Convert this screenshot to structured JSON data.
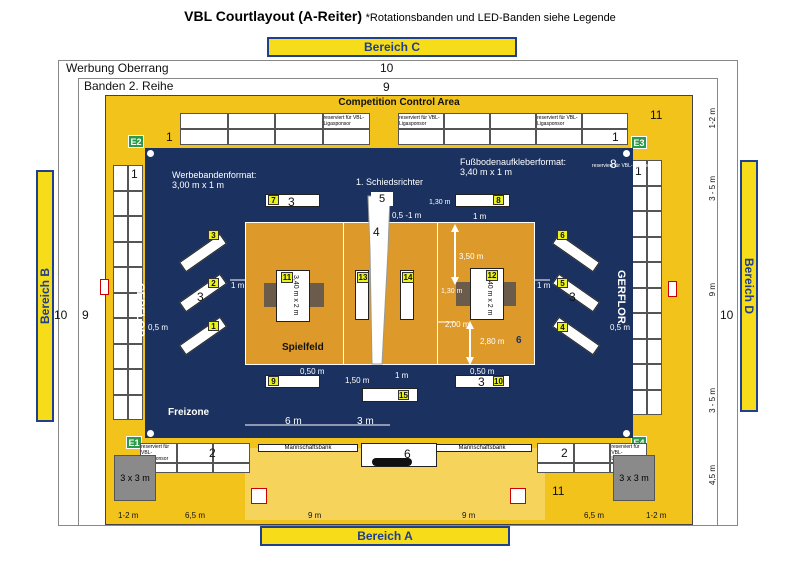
{
  "header": {
    "title": "VBL Courtlayout (A-Reiter)",
    "note": "*Rotationsbanden und LED-Banden siehe Legende"
  },
  "areas": {
    "c": "Bereich C",
    "b": "Bereich B",
    "d": "Bereich D",
    "a": "Bereich A"
  },
  "labels": {
    "werbung_oberrang": "Werbung Oberrang",
    "banden_2_reihe": "Banden 2. Reihe",
    "ten": "10",
    "nine": "9",
    "competition_control": "Competition Control Area",
    "eleven": "11",
    "twelve": "12",
    "werbe_format": "Werbebandenformat:",
    "werbe_size": "3,00 m x 1 m",
    "fussboden_format": "Fußbodenaufkleberformat:",
    "fussboden_size": "3,40 m x 1 m",
    "schiedsrichter": "1. Schiedsrichter",
    "spielfeld": "Spielfeld",
    "freizone": "Freizone",
    "gerflor": "GERFLOR",
    "mannschaftsbank": "Mannschaftsbank",
    "reserved": "reserviert für VBL-Ligasponsor",
    "size_340": "3,40 m x 2 m",
    "size_3x3": "3 x 3 m"
  },
  "numbers": {
    "n1": "1",
    "n2": "2",
    "n3": "3",
    "n4": "4",
    "n5": "5",
    "n6": "6",
    "n7": "7",
    "n8": "8",
    "n9": "9",
    "n10": "10",
    "n11": "11",
    "n12": "12",
    "n13": "13",
    "n14": "14",
    "n15": "15"
  },
  "e_tags": {
    "e1": "E1",
    "e2": "E2",
    "e3": "E3",
    "e4": "E4"
  },
  "measures": {
    "m_1_2": "1-2 m",
    "m_3_5": "3 - 5 m",
    "m_9": "9 m",
    "m_4_5": "4,5 m",
    "m_6_5": "6,5 m",
    "m_1": "1 m",
    "m_0_5": "0,5 m",
    "m_0_50": "0,50 m",
    "m_1_30": "1,30 m",
    "m_1_30b": "1,30 m",
    "m_3_50": "3,50 m",
    "m_2_00": "2,00 m",
    "m_2_80": "2,80 m",
    "m_0_5_1": "0,5 -1 m",
    "m_1_50": "1,50 m",
    "m_6": "6 m",
    "m_3": "3 m"
  }
}
